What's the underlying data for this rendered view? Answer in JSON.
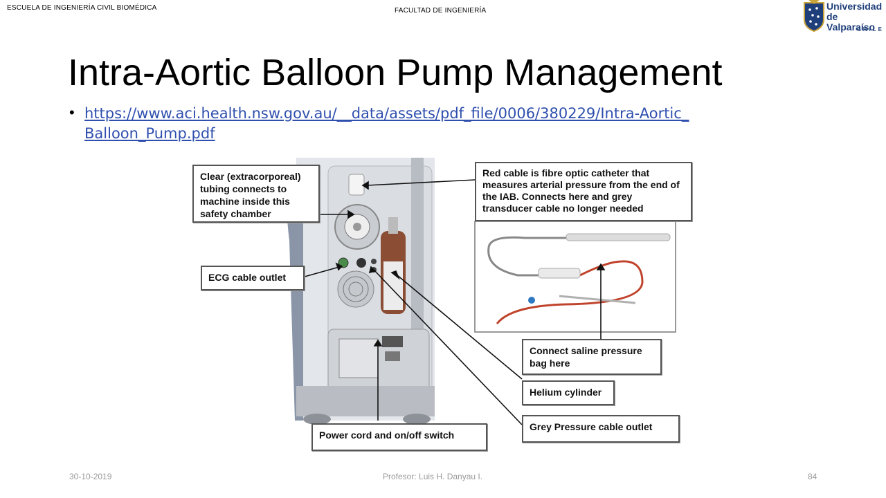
{
  "header": {
    "school": "ESCUELA DE INGENIERÍA CIVIL BIOMÉDICA",
    "faculty": "FACULTAD DE INGENIERÍA",
    "logo_line1": "Universidad",
    "logo_line2": "de Valparaíso",
    "logo_country": "CHILE"
  },
  "slide": {
    "title": "Intra-Aortic Balloon Pump Management",
    "link_text": "https://www.aci.health.nsw.gov.au/__data/assets/pdf_file/0006/380229/Intra-Aortic_Balloon_Pump.pdf"
  },
  "figure": {
    "callouts": {
      "tubing": "Clear (extracorporeal) tubing connects to machine inside this safety chamber",
      "ecg": "ECG cable outlet",
      "power": "Power cord and on/off switch",
      "red_cable": "Red cable is fibre optic catheter that measures arterial pressure from the end of the IAB. Connects here and grey transducer cable no longer needed",
      "saline": "Connect saline pressure bag here",
      "helium": "Helium cylinder",
      "grey_cable": "Grey Pressure cable outlet"
    }
  },
  "footer": {
    "date": "30-10-2019",
    "professor": "Profesor: Luis H. Danyau I.",
    "page": "84"
  }
}
